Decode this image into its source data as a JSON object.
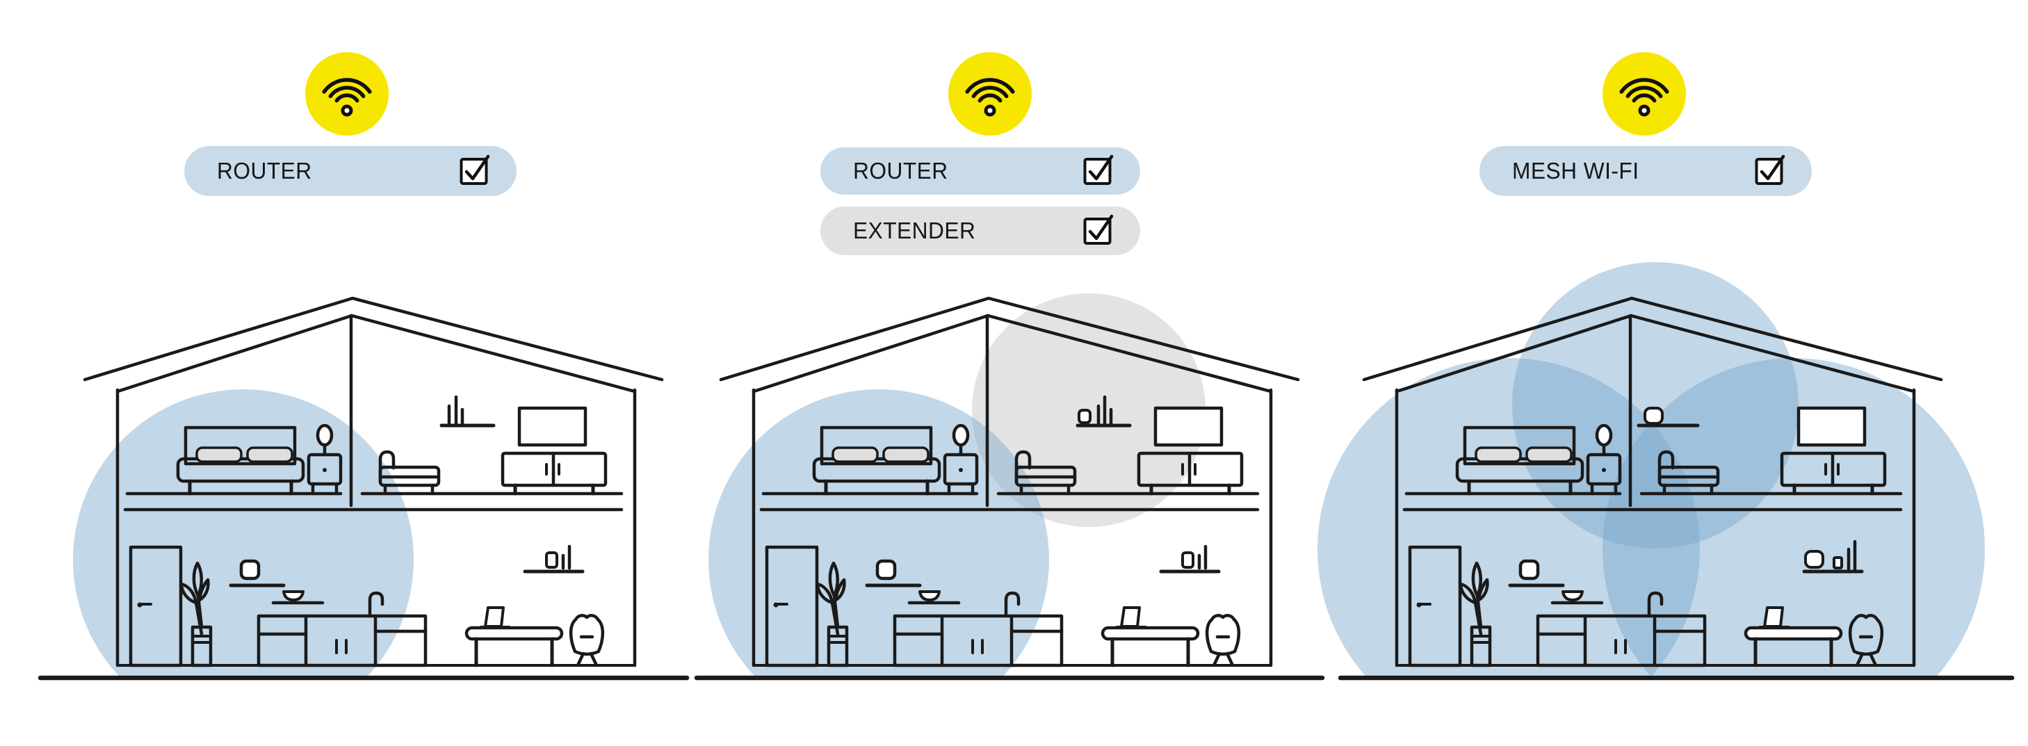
{
  "diagram": {
    "type": "wifi-coverage-comparison",
    "houses_count": 3
  },
  "sections": [
    {
      "name": "router-only",
      "badge_icon": "wifi-icon",
      "options": [
        {
          "label": "ROUTER",
          "checked": true,
          "variant": "blue"
        }
      ],
      "coverage": "partial - left side of house only"
    },
    {
      "name": "router-plus-extender",
      "badge_icon": "wifi-icon",
      "options": [
        {
          "label": "ROUTER",
          "checked": true,
          "variant": "blue"
        },
        {
          "label": "EXTENDER",
          "checked": true,
          "variant": "gray"
        }
      ],
      "coverage": "partial - router zone left, extender zone upper right"
    },
    {
      "name": "mesh-wifi",
      "badge_icon": "wifi-icon",
      "options": [
        {
          "label": "MESH WI-FI",
          "checked": true,
          "variant": "blue"
        }
      ],
      "coverage": "full - overlapping mesh zones cover whole house"
    }
  ],
  "colors": {
    "accent_yellow": "#F7E600",
    "coverage_blue": "#C7DAEA",
    "coverage_blue_overlap": "#A6C1DC",
    "coverage_gray": "#E4E4E4",
    "pill_blue": "#C9DBE9",
    "pill_gray": "#E1E1E1",
    "line": "#1A1A1A",
    "background": "#FFFFFF"
  }
}
